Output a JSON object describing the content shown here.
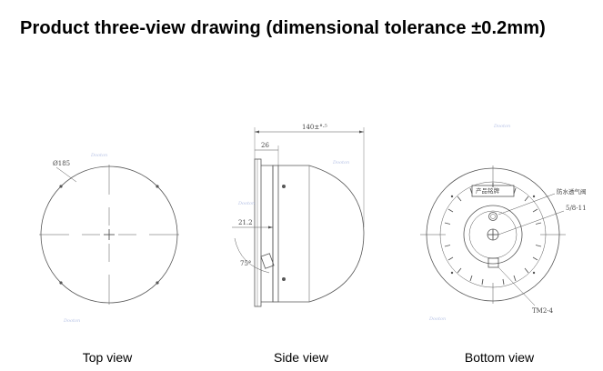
{
  "title": "Product three-view drawing (dimensional tolerance   ±0.2mm)",
  "views": {
    "top": {
      "caption": "Top view",
      "diameter_label": "Ø185"
    },
    "side": {
      "caption": "Side view",
      "width_label": "140±°·⁵",
      "depth_label": "26",
      "inner_label": "21.2",
      "angle_label": "75°"
    },
    "bottom": {
      "caption": "Bottom view",
      "vent_label": "防水透气阀",
      "thread_label": "5/8-11",
      "screw_label": "TM2-4",
      "plate_label": "产品铭牌"
    }
  },
  "watermark": "Dooton",
  "colors": {
    "line": "#555555",
    "dim": "#555555",
    "watermark": "#b9c4e6"
  }
}
